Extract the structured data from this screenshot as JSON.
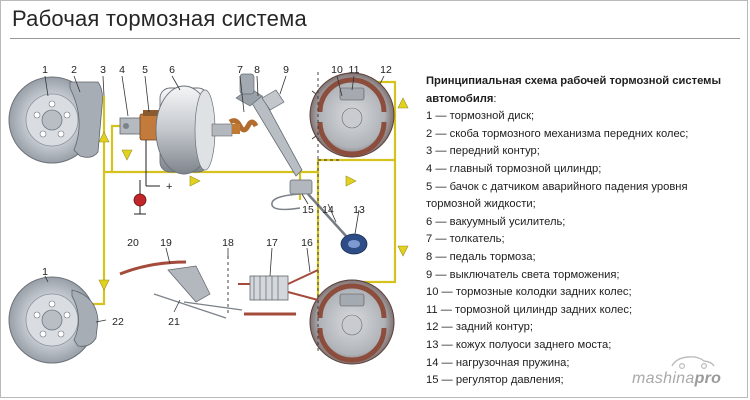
{
  "title": "Рабочая тормозная система",
  "legend": {
    "heading": "Принципиальная схема рабочей тормозной системы автомобиля",
    "heading_suffix": ":",
    "items": [
      "1 — тормозной диск;",
      "2 — скоба тормозного механизма передних колес;",
      "3 — передний контур;",
      "4 — главный тормозной цилиндр;",
      "5 — бачок с датчиком аварийного падения уровня тормозной жидкости;",
      "6 — вакуумный усилитель;",
      "7 — толкатель;",
      "8 — педаль тормоза;",
      "9 — выключатель света торможения;",
      "10 — тормозные колодки задних колес;",
      "11 — тормозной цилиндр задних колес;",
      "12 — задний контур;",
      "13 — кожух полуоси заднего моста;",
      "14 — нагрузочная пружина;",
      "15 — регулятор давления;"
    ]
  },
  "callouts": {
    "n1": "1",
    "n2": "2",
    "n3": "3",
    "n4": "4",
    "n5": "5",
    "n6": "6",
    "n7": "7",
    "n8": "8",
    "n9": "9",
    "n10": "10",
    "n11": "11",
    "n12": "12",
    "n13": "13",
    "n14": "14",
    "n15": "15",
    "n16": "16",
    "n17": "17",
    "n18": "18",
    "n19": "19",
    "n20": "20",
    "n21": "21",
    "n22": "22",
    "n1b": "1"
  },
  "sensor_plus": "+",
  "logo": {
    "main": "mashina",
    "accent": "pro"
  },
  "colors": {
    "brake_line": "#d6c21e",
    "disc": "#b8bec6",
    "booster": "#c7cbd0",
    "reservoir": "#c27b3a",
    "drum": "#8b5a4a",
    "arrow": "#e2d21f"
  }
}
